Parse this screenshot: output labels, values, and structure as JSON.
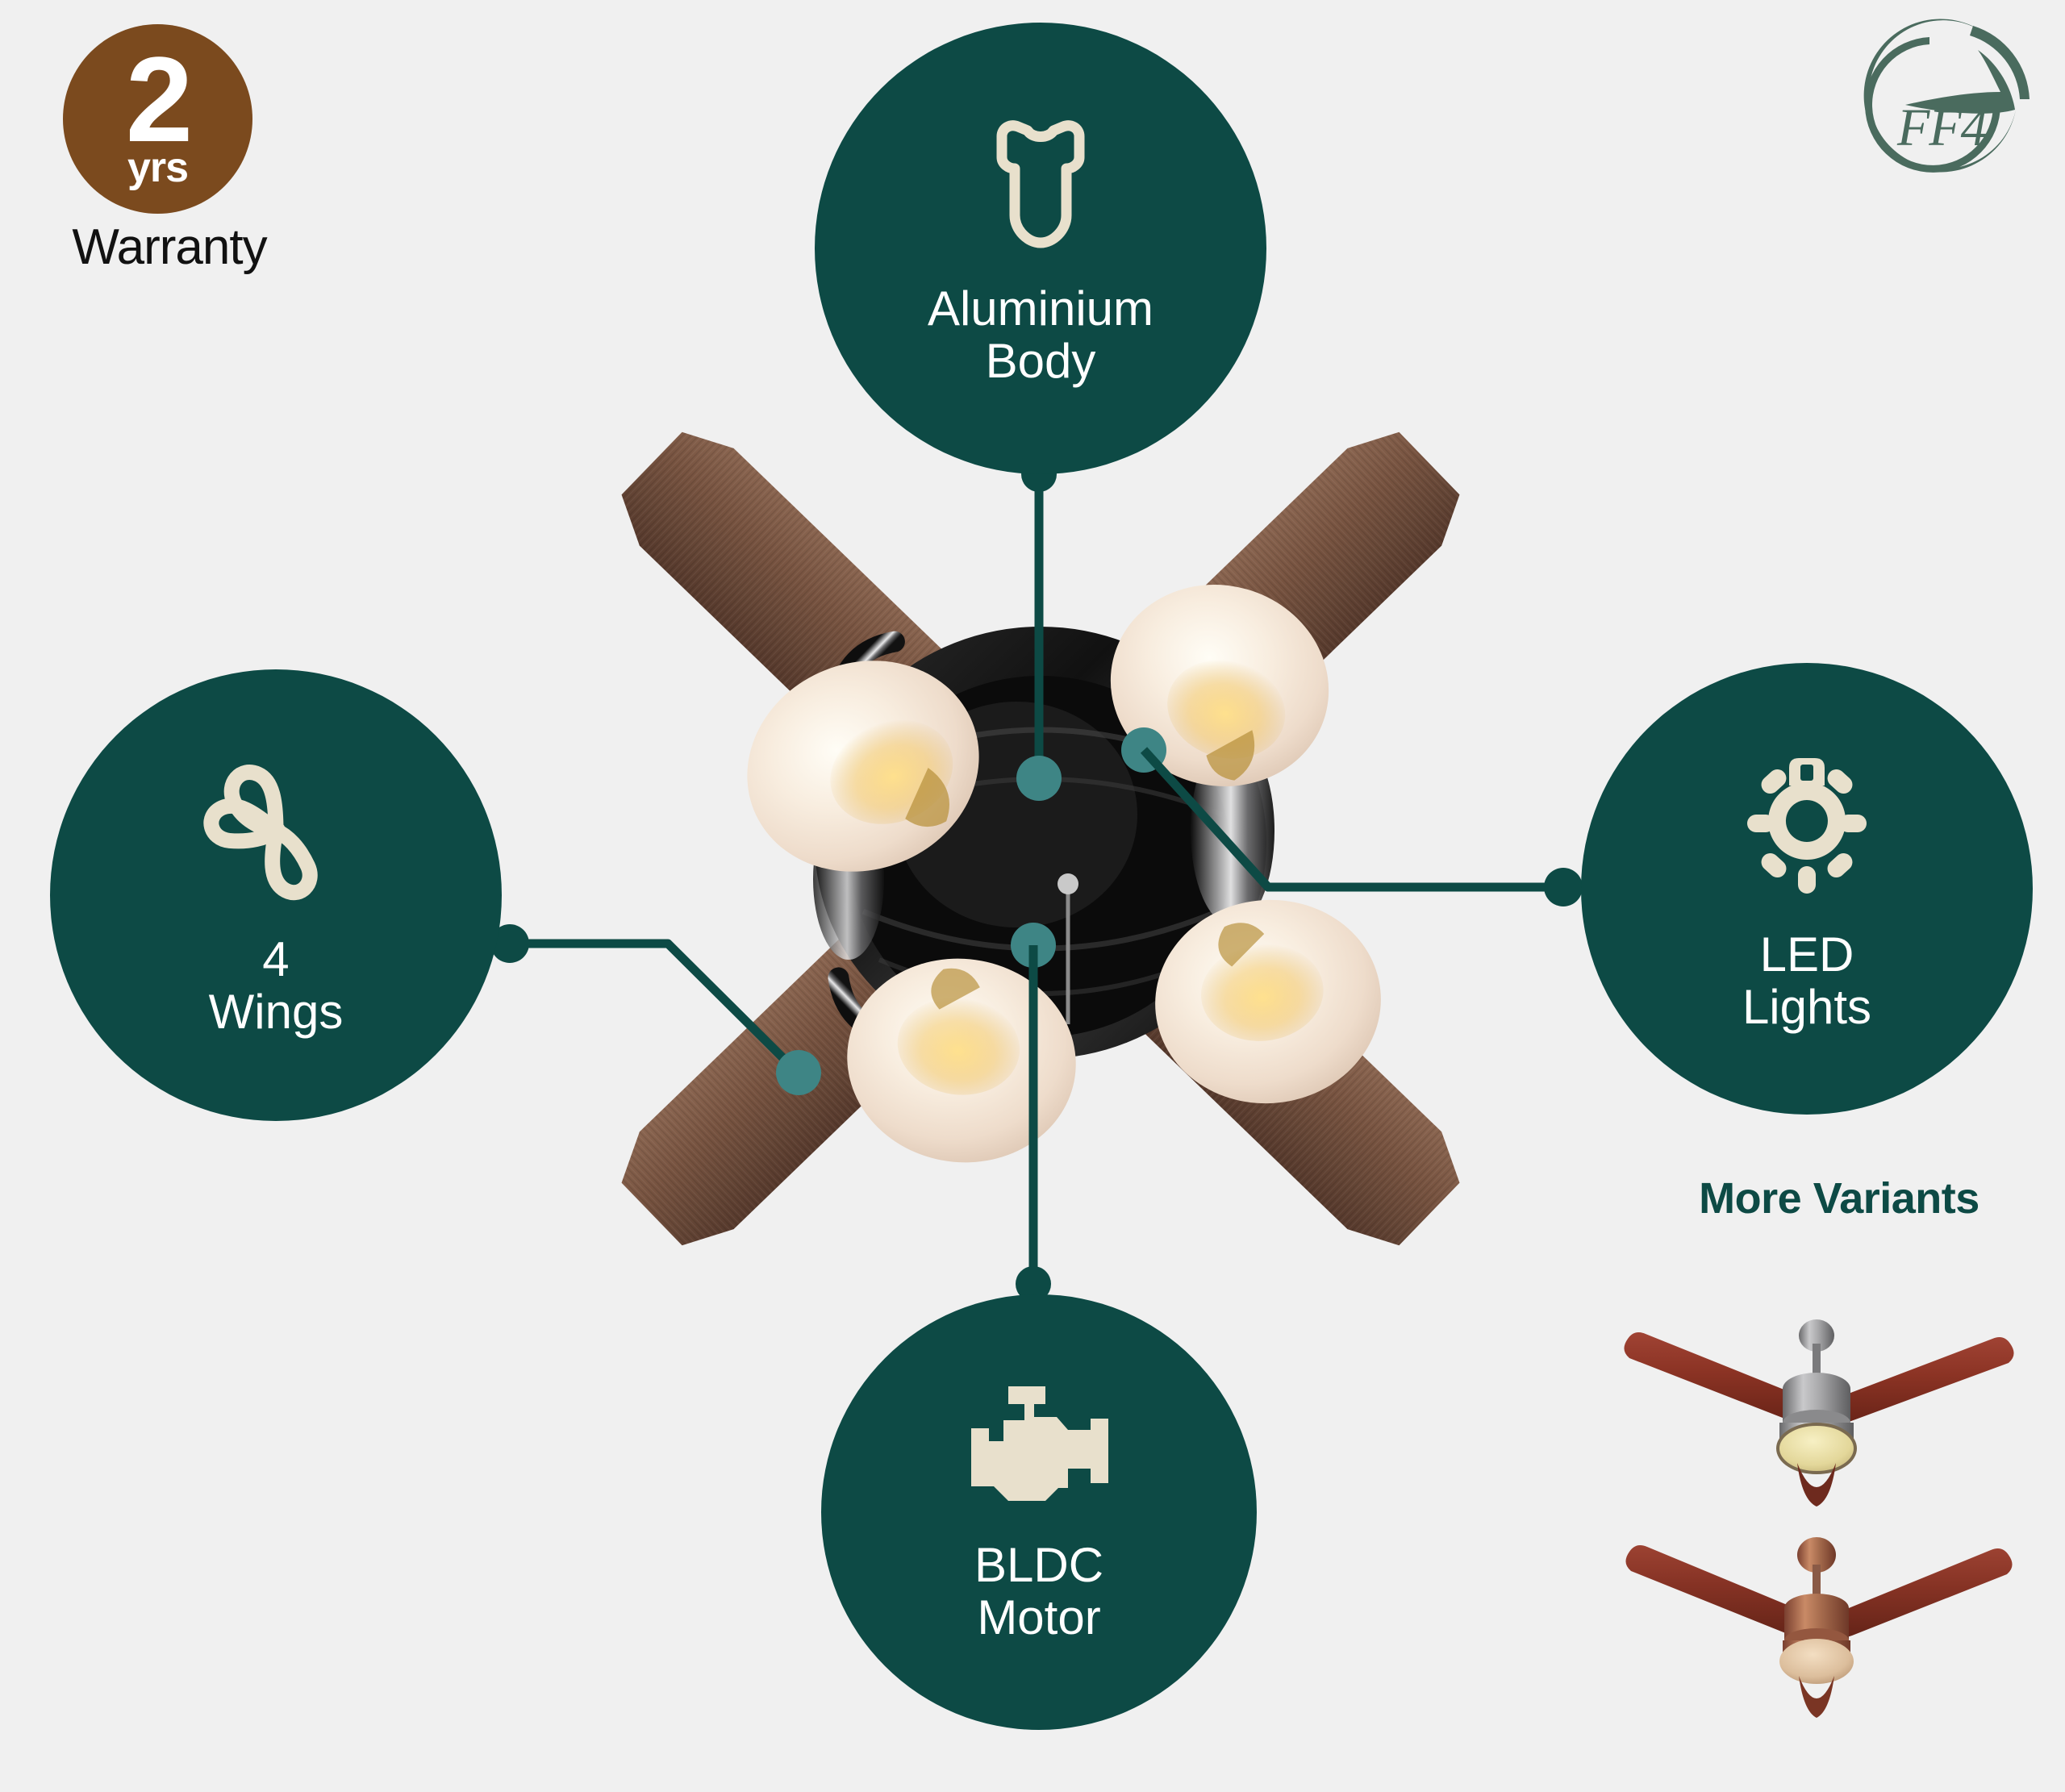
{
  "page": {
    "background_color": "#f0f0f0",
    "accent_color": "#0D4A45",
    "icon_color": "#E8E0CC",
    "dot_color": "#3E8585",
    "warranty_color": "#7B4A1E",
    "product_type": "ceiling-fan-infographic"
  },
  "warranty": {
    "years": "2",
    "unit": "yrs",
    "label": "Warranty"
  },
  "brand": {
    "name": "FF4",
    "logo_icon": "ff4-swoosh-circle-logo"
  },
  "features": [
    {
      "id": "aluminium-body",
      "label": "Aluminium\nBody",
      "icon": "body-outline-icon",
      "position": "top"
    },
    {
      "id": "four-wings",
      "label": "4\nWings",
      "icon": "fan-propeller-icon",
      "position": "left"
    },
    {
      "id": "led-lights",
      "label": "LED\nLights",
      "icon": "light-bulb-rays-icon",
      "position": "right"
    },
    {
      "id": "bldc-motor",
      "label": "BLDC\nMotor",
      "icon": "engine-motor-icon",
      "position": "bottom"
    }
  ],
  "more_variants": {
    "title": "More Variants",
    "items": [
      {
        "id": "variant-rosewood-steel",
        "icon": "ceiling-fan-3-blade-icon",
        "blade_color": "#8B3A2A",
        "hub_color": "#8C8C8E",
        "light_color": "#E8E0A8"
      },
      {
        "id": "variant-copper-brown",
        "icon": "ceiling-fan-3-blade-icon",
        "blade_color": "#8A3A2E",
        "hub_color": "#A8664A",
        "light_color": "#E8C9A0"
      }
    ]
  },
  "main_product": {
    "icon": "ceiling-fan-4-blade-with-lights",
    "blade_count": 4,
    "light_count": 4,
    "blade_color": "#6E4B38",
    "hub_color": "#151515",
    "light_globe_color": "#F6E9DC"
  }
}
